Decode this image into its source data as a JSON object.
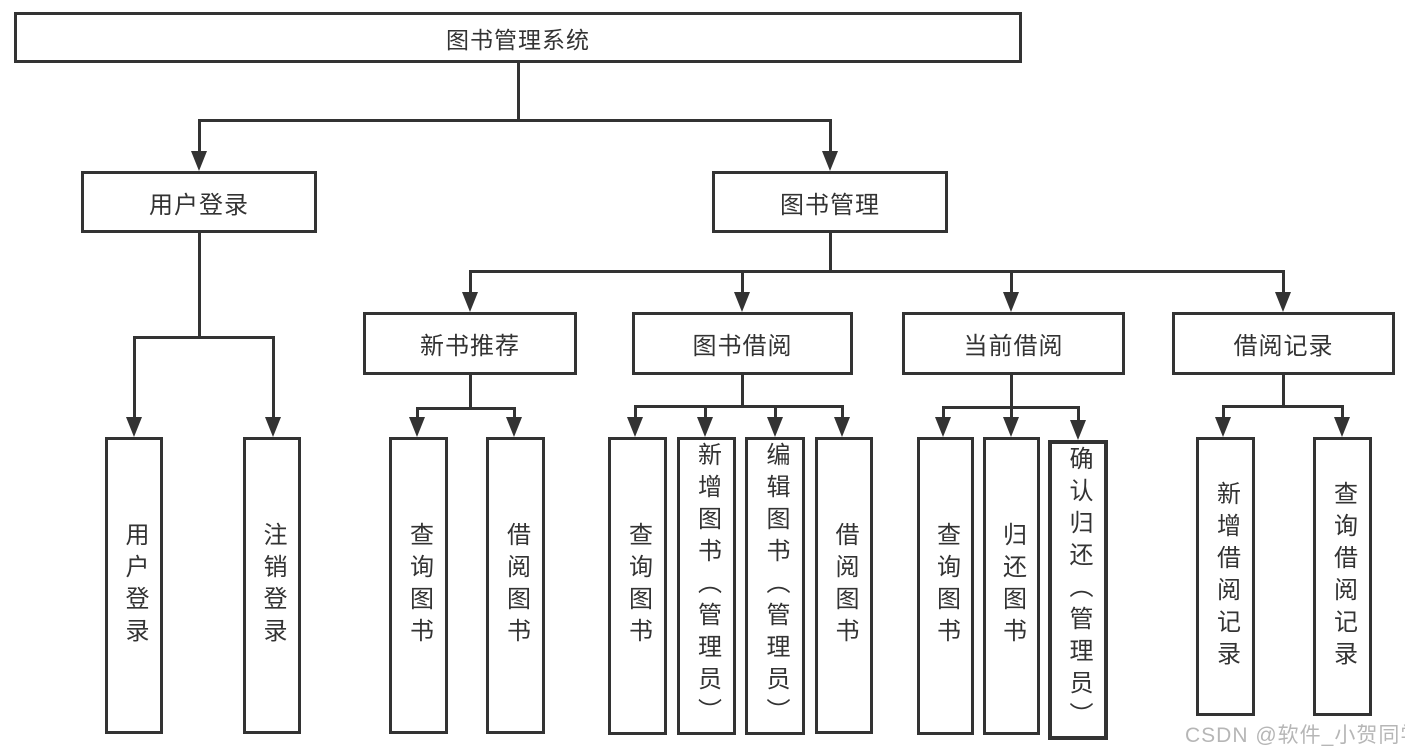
{
  "diagram_title": "图书管理系统",
  "watermark": "CSDN @软件_小贺同学",
  "colors": {
    "line": "#333333",
    "text": "#333333",
    "background": "#ffffff",
    "watermark": "#9e9e9e"
  },
  "tree": {
    "root": {
      "label": "图书管理系统"
    },
    "branches": [
      {
        "label": "用户登录",
        "children": [
          {
            "label": "用户登录"
          },
          {
            "label": "注销登录"
          }
        ]
      },
      {
        "label": "图书管理",
        "children": [
          {
            "label": "新书推荐",
            "children": [
              {
                "label": "查询图书"
              },
              {
                "label": "借阅图书"
              }
            ]
          },
          {
            "label": "图书借阅",
            "children": [
              {
                "label": "查询图书"
              },
              {
                "label": "新增图书（管理员）"
              },
              {
                "label": "编辑图书（管理员）"
              },
              {
                "label": "借阅图书"
              }
            ]
          },
          {
            "label": "当前借阅",
            "children": [
              {
                "label": "查询图书"
              },
              {
                "label": "归还图书"
              },
              {
                "label": "确认归还（管理员）"
              }
            ]
          },
          {
            "label": "借阅记录",
            "children": [
              {
                "label": "新增借阅记录"
              },
              {
                "label": "查询借阅记录"
              }
            ]
          }
        ]
      }
    ]
  }
}
